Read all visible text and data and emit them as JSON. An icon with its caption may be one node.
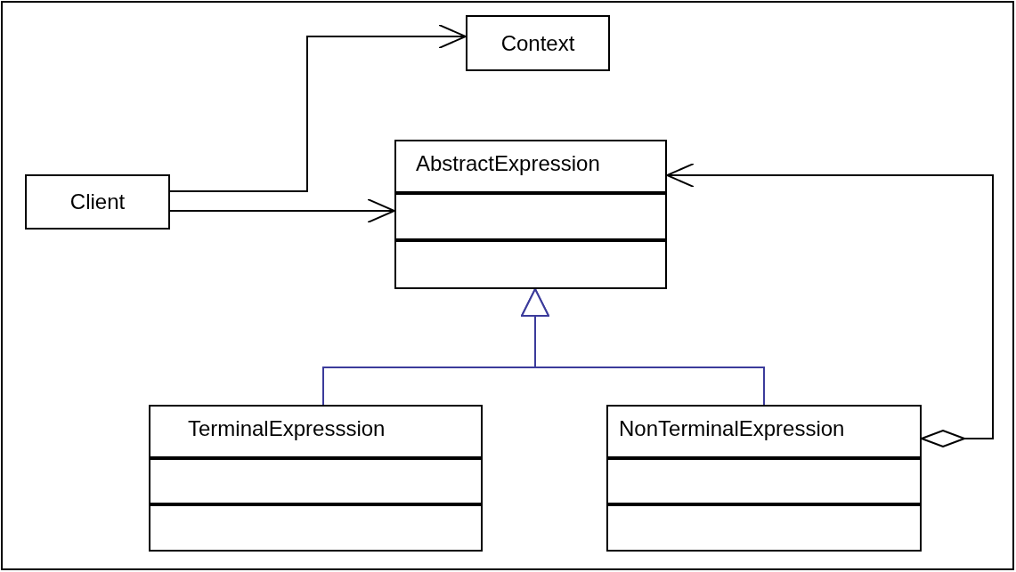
{
  "diagram": {
    "nodes": [
      {
        "text": [
          "Context"
        ]
      },
      {
        "text": [
          "Client"
        ]
      },
      {
        "text": [
          "AbstractExpression"
        ]
      },
      {
        "text": [
          "TerminalExpresssion"
        ]
      },
      {
        "text": [
          "NonTerminalExpression"
        ]
      }
    ],
    "edges": [
      {
        "from": 1,
        "to": 0,
        "arrow": "to"
      },
      {
        "from": 1,
        "to": 2,
        "arrow": "to"
      },
      {
        "from": 3,
        "to": 2,
        "arrow": "to",
        "color": "#3b3b9b"
      },
      {
        "from": 4,
        "to": 2,
        "arrow": "to",
        "color": "#3b3b9b"
      },
      {
        "from": 4,
        "to": 2,
        "arrow": "to"
      }
    ]
  }
}
